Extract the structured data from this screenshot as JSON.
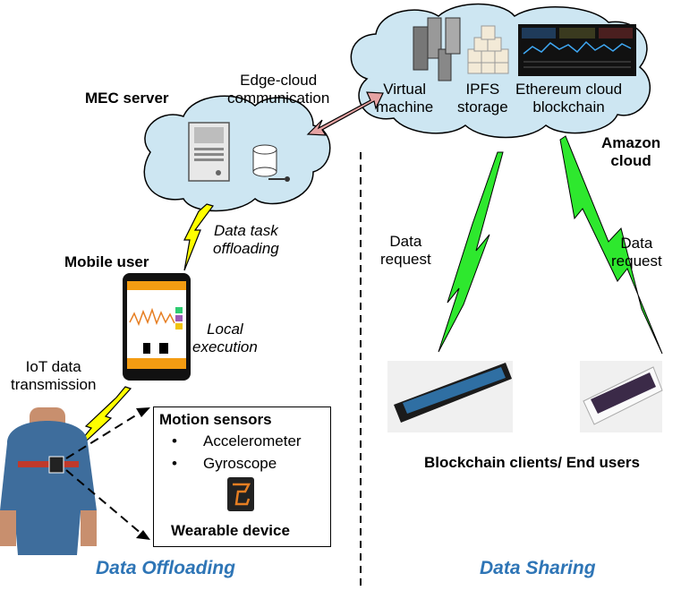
{
  "edge_cloud_communication": "Edge-cloud\ncommunication",
  "mec_server": "MEC server",
  "amazon_cloud": "Amazon\ncloud",
  "cloud_items": {
    "virtual_machine": "Virtual\nmachine",
    "ipfs_storage": "IPFS\nstorage",
    "ethereum": "Ethereum cloud\nblockchain"
  },
  "data_task_offloading": "Data task\noffloading",
  "mobile_user": "Mobile user",
  "local_execution": "Local\nexecution",
  "iot_data_transmission": "IoT data\ntransmission",
  "sensor_box": {
    "title": "Motion sensors",
    "items": [
      "Accelerometer",
      "Gyroscope"
    ],
    "footer": "Wearable device"
  },
  "data_request_left": "Data\nrequest",
  "data_request_right": "Data\nrequest",
  "blockchain_clients": "Blockchain clients/ End users",
  "section_left": "Data Offloading",
  "section_right": "Data Sharing",
  "colors": {
    "cloud_fill": "#cde6f2",
    "lightning_yellow": "#ffff00",
    "lightning_green": "#2ee82e",
    "arrow_pink": "#e6a3a3",
    "section_blue": "#2e75b6"
  }
}
